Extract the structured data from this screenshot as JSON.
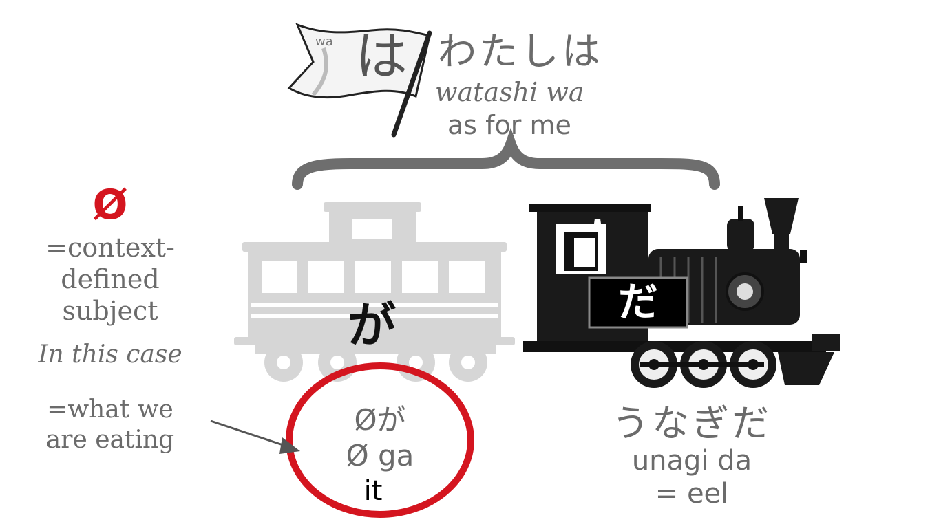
{
  "flag": {
    "small_label": "wa",
    "big_kana": "は"
  },
  "topic": {
    "kana": "わたしは",
    "romaji": "watashi wa",
    "gloss": "as for me"
  },
  "left_note": {
    "symbol": "Ø",
    "line1": "=context-",
    "line2": "defined",
    "line3": "subject",
    "case_label": "In this case",
    "what1": "=what we",
    "what2": "are eating"
  },
  "car": {
    "kana": "が"
  },
  "locomotive": {
    "kana": "だ"
  },
  "subject": {
    "kana": "Øが",
    "romaji": "Ø ga",
    "gloss": "it"
  },
  "predicate": {
    "kana": "うなぎだ",
    "romaji": "unagi da",
    "gloss": "= eel"
  },
  "colors": {
    "circle": "#d4151f",
    "text_gray": "#6b6b6b",
    "car_gray": "#d6d6d6",
    "engine": "#111111"
  }
}
